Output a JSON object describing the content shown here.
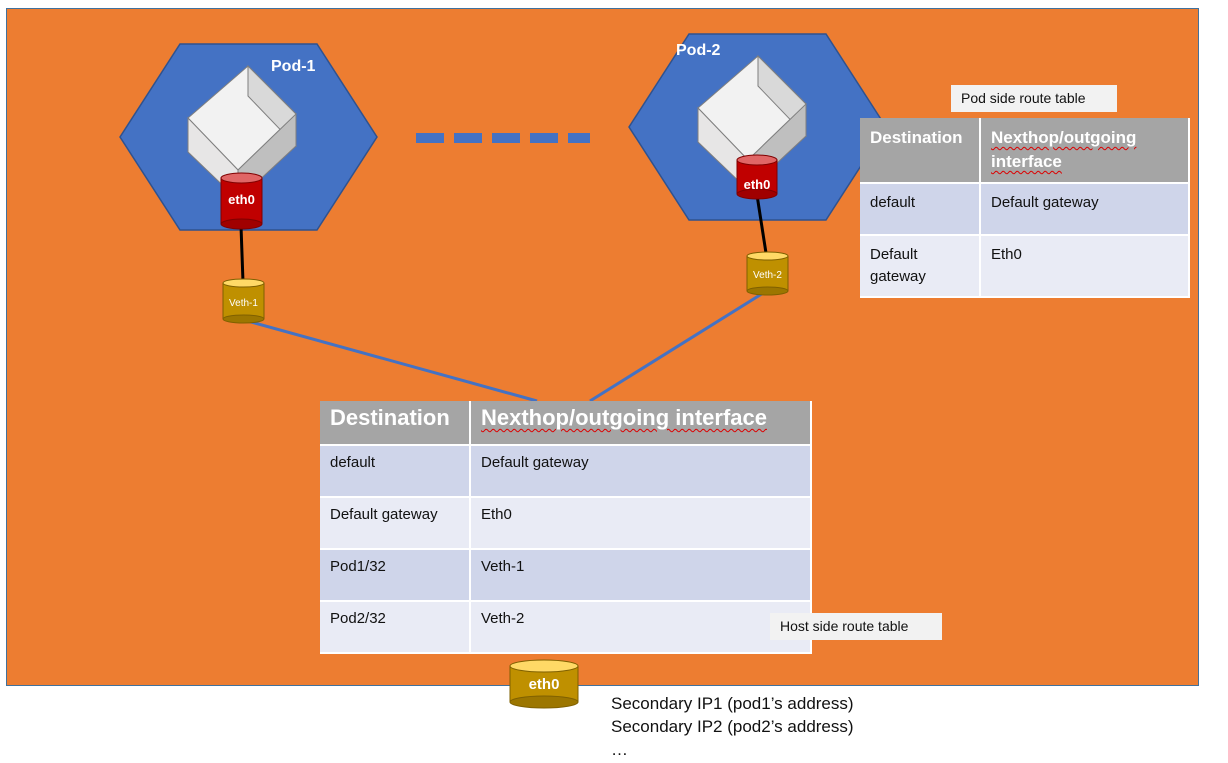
{
  "pods": [
    {
      "label": "Pod-1",
      "iface": "eth0",
      "veth": "Veth-1"
    },
    {
      "label": "Pod-2",
      "iface": "eth0",
      "veth": "Veth-2"
    }
  ],
  "host_iface": "eth0",
  "host_route_table": {
    "caption": "Host side route table",
    "headers": [
      "Destination",
      "Nexthop/outgoing interface"
    ],
    "rows": [
      [
        "default",
        "Default gateway"
      ],
      [
        "Default gateway",
        "Eth0"
      ],
      [
        "Pod1/32",
        "Veth-1"
      ],
      [
        "Pod2/32",
        "Veth-2"
      ]
    ]
  },
  "pod_route_table": {
    "caption": "Pod side route table",
    "headers": [
      "Destination",
      "Nexthop/outgoing interface"
    ],
    "rows": [
      [
        "default",
        "Default gateway"
      ],
      [
        "Default gateway",
        "Eth0"
      ]
    ]
  },
  "secondary_ips": [
    "Secondary IP1 (pod1’s address)",
    "Secondary IP2 (pod2’s address)",
    "…"
  ],
  "colors": {
    "host_background": "#ED7D31",
    "pod_hexagon": "#4472C4",
    "pod_eth_cylinder": "#C00000",
    "veth_cylinder": "#BF9000",
    "connector": "#4472C4",
    "table_header": "#A5A5A5"
  }
}
